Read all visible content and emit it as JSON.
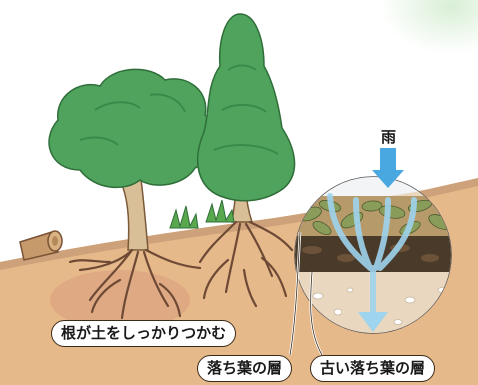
{
  "labels": {
    "rain": "雨",
    "roots": "根が土をしっかりつかむ",
    "fallen_leaves": "落ち葉の層",
    "old_fallen_leaves": "古い落ち葉の層"
  },
  "colors": {
    "soil": "#e6b98a",
    "soil_dark": "#b5774a",
    "grass_band": "#cda27a",
    "foliage": "#4fa35c",
    "foliage_dark": "#3a8a4a",
    "trunk": "#d8bf97",
    "roots": "#6e4a36",
    "water": "#9ed4ee",
    "rain_arrow": "#4aa8e0",
    "leaf_litter": "#8a9c5a",
    "label_border": "#3a2a1a"
  },
  "icons": [
    "rain-arrow-icon",
    "water-flow-arrow-icon"
  ]
}
